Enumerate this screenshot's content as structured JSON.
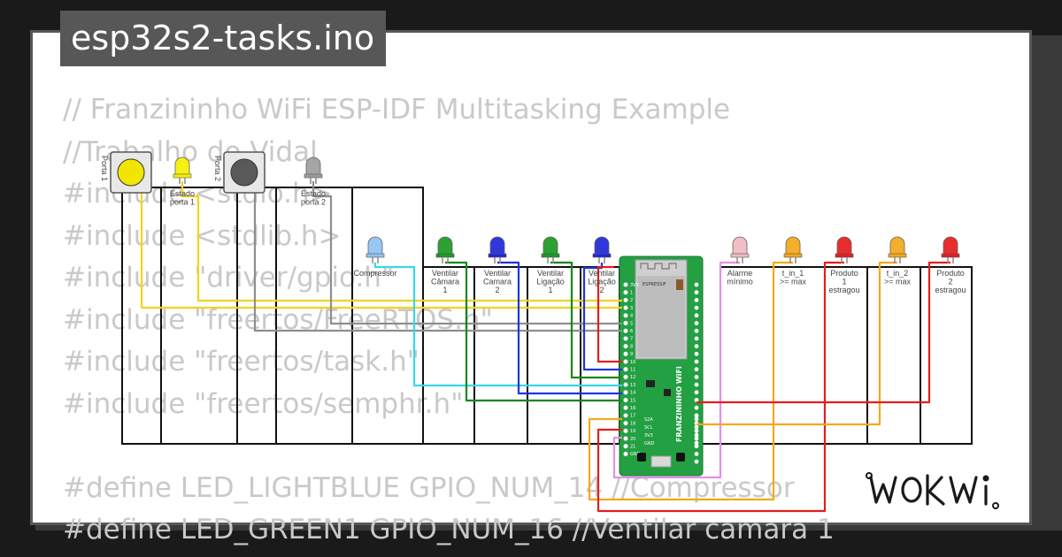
{
  "title": "esp32s2-tasks.ino",
  "code_lines": [
    "// Franzininho WiFi ESP-IDF Multitasking Example",
    "//Trabalho do Vidal",
    "#include <stdio.h>",
    "#include <stdlib.h>",
    "#include \"driver/gpio.h\"",
    "#include \"freertos/FreeRTOS.h\"",
    "#include \"freertos/task.h\"",
    "#include \"freertos/semphr.h\"",
    "",
    "#define LED_LIGHTBLUE GPIO_NUM_14 //Compressor",
    "#define LED_GREEN1 GPIO_NUM_16 //Ventilar camara 1"
  ],
  "diagram": {
    "buttons": [
      {
        "label": "Porta 1",
        "color": "#f2e600"
      },
      {
        "label": "Porta 2",
        "color": "#595959"
      }
    ],
    "leds": [
      {
        "label": [
          "Estado",
          "porta 1"
        ],
        "color": "#f5f100"
      },
      {
        "label": [
          "Estado",
          "porta 2"
        ],
        "color": "#9e9e9e"
      },
      {
        "label": [
          "Compressor"
        ],
        "color": "#8fc3f2"
      },
      {
        "label": [
          "Ventilar",
          "Câmara",
          "1"
        ],
        "color": "#1b9a21"
      },
      {
        "label": [
          "Ventilar",
          "Camara",
          "2"
        ],
        "color": "#2028d8"
      },
      {
        "label": [
          "Ventilar",
          "Ligação",
          "1"
        ],
        "color": "#1b9a21"
      },
      {
        "label": [
          "Ventilar",
          "Ligação",
          "2"
        ],
        "color": "#2028d8"
      },
      {
        "label": [
          "Alarme",
          "mínimo"
        ],
        "color": "#f3b9c4"
      },
      {
        "label": [
          "t_in_1",
          ">= max"
        ],
        "color": "#f5a81a"
      },
      {
        "label": [
          "Produto",
          "1",
          "estragou"
        ],
        "color": "#e51d1d"
      },
      {
        "label": [
          "t_in_2",
          ">= max"
        ],
        "color": "#f5a81a"
      },
      {
        "label": [
          "Produto",
          "2",
          "estragou"
        ],
        "color": "#e51d1d"
      }
    ],
    "board": {
      "name": "FRANZININHO WiFi",
      "module": "ESPRESSIF",
      "pins_left": [
        "3V3",
        "1",
        "2",
        "3",
        "4",
        "5",
        "6",
        "7",
        "8",
        "9",
        "10",
        "11",
        "12",
        "13",
        "14",
        "15",
        "16",
        "17",
        "18",
        "19",
        "20",
        "21",
        "GND"
      ],
      "pins_right": [
        "S2A",
        "SCL",
        "3V3",
        "GND"
      ]
    },
    "wire_colors": {
      "black": "#111111",
      "yellow": "#f5d21b",
      "gray": "#8e8e8e",
      "cyan": "#38d7e8",
      "green": "#17881c",
      "blue": "#1d35e0",
      "pink": "#e38fe7",
      "orange": "#f4a81a",
      "red": "#e51d1d"
    }
  },
  "logo": "WOKWi"
}
